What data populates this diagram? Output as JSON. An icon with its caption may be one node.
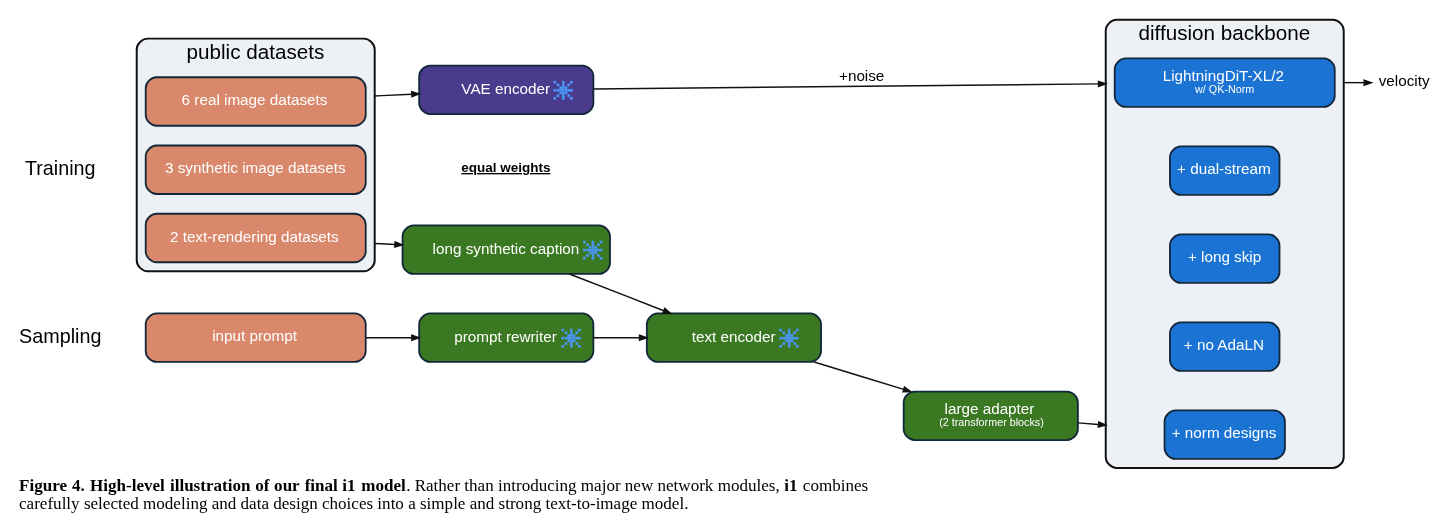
{
  "diagram": {
    "caption": "**Figure 4. High-level illustration of our final i1 model**. Rather than introducing major new network modules, **i1** combines carefully selected modeling and data design choices into a simple and strong text-to-image model.",
    "nodes": [
      {
        "text": [
          "public datasets"
        ]
      },
      {
        "text": [
          "6 real image datasets"
        ],
        "in": 0
      },
      {
        "text": [
          "3 synthetic image datasets"
        ],
        "in": 0
      },
      {
        "text": [
          "2 text-rendering datasets"
        ],
        "in": 0
      },
      {
        "text": [
          "VAE encoder"
        ]
      },
      {
        "text": [
          "long synthetic caption"
        ]
      },
      {
        "text": [
          "input prompt"
        ]
      },
      {
        "text": [
          "prompt rewriter"
        ]
      },
      {
        "text": [
          "text encoder"
        ]
      },
      {
        "text": [
          "large adapter",
          "(2 transformer blocks)"
        ]
      },
      {
        "text": [
          "diffusion backbone"
        ]
      },
      {
        "text": [
          "LightningDiT-XL/2",
          "w/ QK-Norm"
        ],
        "in": 10
      },
      {
        "text": [
          "+ dual-stream"
        ],
        "in": 10
      },
      {
        "text": [
          "+ long skip"
        ],
        "in": 10
      },
      {
        "text": [
          "+ no AdaLN"
        ],
        "in": 10
      },
      {
        "text": [
          "+ norm designs"
        ],
        "in": 10
      },
      {
        "text": [
          "velocity"
        ]
      }
    ],
    "edges": [
      {
        "from": 0,
        "to": 4,
        "arrow": "to"
      },
      {
        "from": 0,
        "to": 5,
        "arrow": "to"
      },
      {
        "from": 4,
        "to": 10,
        "arrow": "to",
        "label": "+noise"
      },
      {
        "from": 10,
        "to": 16,
        "arrow": "to"
      },
      {
        "from": 5,
        "to": 8,
        "arrow": "to"
      },
      {
        "from": 6,
        "to": 7,
        "arrow": "to"
      },
      {
        "from": 7,
        "to": 8,
        "arrow": "to"
      },
      {
        "from": 8,
        "to": 9,
        "arrow": "to"
      },
      {
        "from": 9,
        "to": 10,
        "arrow": "to"
      }
    ],
    "labels": [
      "Training",
      "equal weights",
      "Sampling"
    ]
  }
}
